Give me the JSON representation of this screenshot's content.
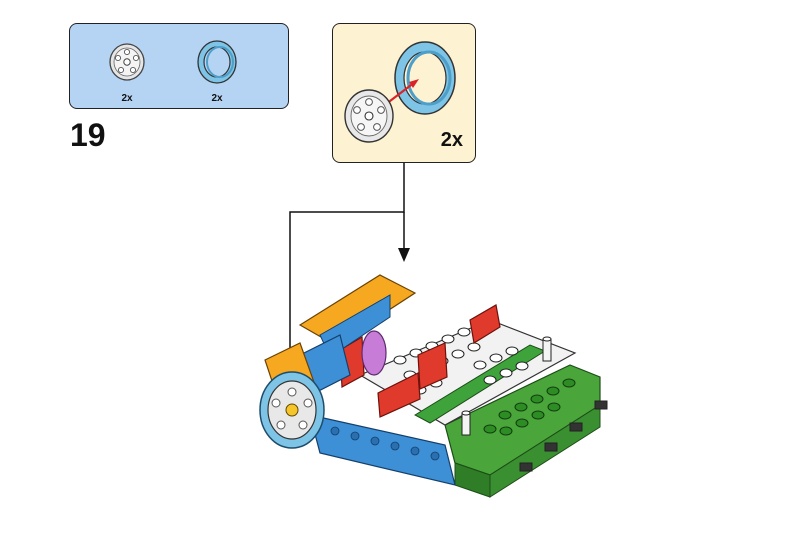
{
  "step": {
    "number": "19"
  },
  "parts_list": [
    {
      "name": "wheel-hub",
      "qty": "2x"
    },
    {
      "name": "tire",
      "qty": "2x"
    }
  ],
  "callout": {
    "qty": "2x"
  },
  "colors": {
    "parts_bg": "#b5d4f4",
    "callout_bg": "#fdf3d2",
    "tire": "#7ec4e6",
    "hub": "#e8e8e8",
    "blue_brick": "#3d8fd6",
    "orange_brick": "#f6a821",
    "green_brick": "#4aa63a",
    "red_brick": "#e03a2c",
    "white_plate": "#f2f2f2",
    "magenta_disc": "#c77dd8"
  }
}
